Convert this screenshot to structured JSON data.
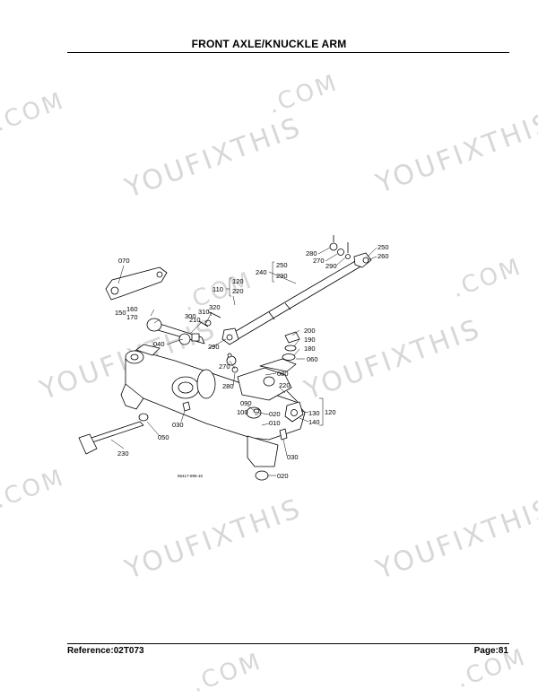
{
  "header": {
    "title": "FRONT AXLE/KNUCKLE ARM"
  },
  "footer": {
    "reference": "Reference:02T073",
    "page": "Page:81"
  },
  "watermark": {
    "text": "YOUFIXTHIS",
    "domain_text": ".COM"
  },
  "diagram": {
    "figure_code": "55417-895-10",
    "labels": {
      "l280": "280",
      "l270": "270",
      "l290": "290",
      "l250": "250",
      "l260": "260",
      "l240": "240",
      "l250b": "250",
      "l290b": "290",
      "l070": "070",
      "l120": "120",
      "l220": "220",
      "l110": "110",
      "l320": "320",
      "l310": "310",
      "l300": "300",
      "l160": "160",
      "l150": "150",
      "l170": "170",
      "l210": "210",
      "l040": "040",
      "l290c": "290",
      "l200": "200",
      "l190": "190",
      "l180": "180",
      "l060": "060",
      "l270b": "270",
      "l080": "080",
      "l280b": "280",
      "l220b": "220",
      "l090": "090",
      "l100": "100",
      "l020": "020",
      "l010": "010",
      "l130": "130",
      "l140": "140",
      "l120b": "120",
      "l030": "030",
      "l050": "050",
      "l230": "230",
      "l030b": "030",
      "l020b": "020"
    }
  }
}
